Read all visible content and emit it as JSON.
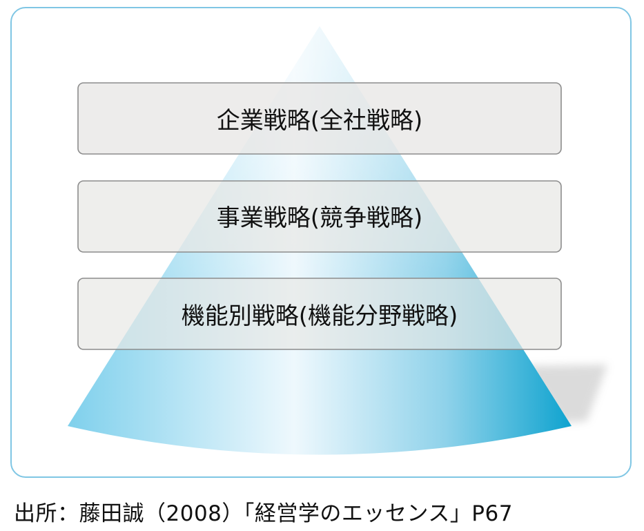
{
  "levels": [
    {
      "label": "企業戦略(全社戦略)"
    },
    {
      "label": "事業戦略(競争戦略)"
    },
    {
      "label": "機能別戦略(機能分野戦略)"
    }
  ],
  "source_caption": "出所：藤田誠（2008）「経営学のエッセンス」P67",
  "colors": {
    "frame_border": "#7fc6e4",
    "pyramid_light": "#e9f6fc",
    "pyramid_dark": "#12a6d0",
    "box_fill": "#e8e7e5",
    "box_border": "#8c8c8c",
    "text": "#111111"
  }
}
